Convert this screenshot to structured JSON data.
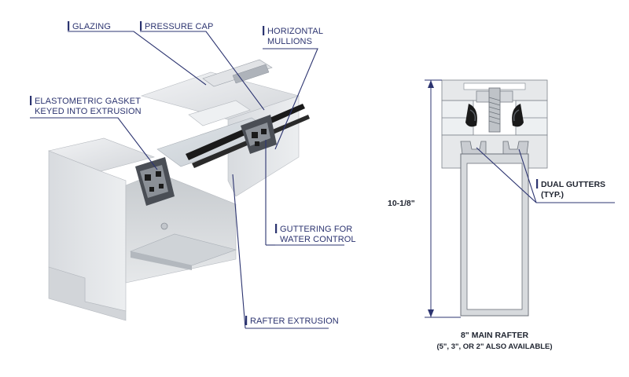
{
  "labels": {
    "glazing": "GLAZING",
    "pressure_cap": "PRESSURE CAP",
    "horizontal_mullions": [
      "HORIZONTAL",
      "MULLIONS"
    ],
    "gasket": [
      "ELASTOMETRIC GASKET",
      "KEYED INTO EXTRUSION"
    ],
    "guttering": [
      "GUTTERING FOR",
      "WATER CONTROL"
    ],
    "rafter_extrusion": "RAFTER EXTRUSION",
    "dual_gutters": [
      "DUAL GUTTERS",
      "(TYP.)"
    ]
  },
  "section": {
    "height_dim": "10-1/8\"",
    "main_rafter": "8\" MAIN RAFTER",
    "also_available": "(5\", 3\", OR 2\" ALSO AVAILABLE)"
  },
  "colors": {
    "label_ink": "#2c3470",
    "aluminum_light": "#e4e6e9",
    "aluminum_mid": "#c9ccd1",
    "aluminum_dark": "#9aa0a8",
    "gasket": "#1a1a1a"
  }
}
